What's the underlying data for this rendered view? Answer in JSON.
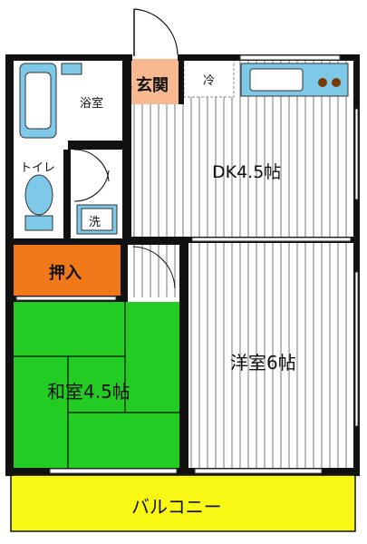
{
  "rooms": {
    "bath": "浴室",
    "entrance": "玄関",
    "fridge": "冷",
    "dk": "DK4.5帖",
    "toilet": "トイレ",
    "washer": "洗",
    "closet": "押入",
    "washitsu": "和室4.5帖",
    "youshitsu": "洋室6帖",
    "balcony": "バルコニー"
  },
  "colors": {
    "wall": "#111111",
    "washitsu_green": "#22cc22",
    "closet_orange": "#f07818",
    "entrance_peach": "#f8b890",
    "balcony_yellow": "#f8f814",
    "fixture_blue": "#7ec8e8",
    "stove_brown": "#7a3b00"
  }
}
